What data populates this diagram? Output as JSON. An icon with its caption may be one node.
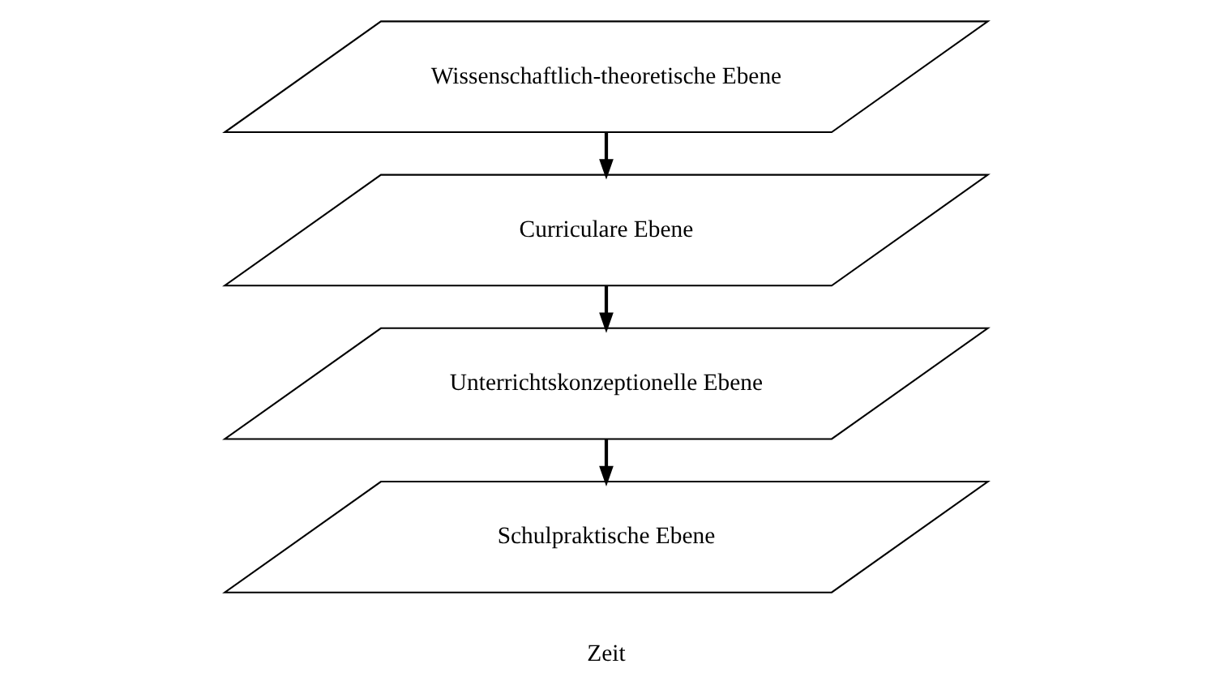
{
  "diagram": {
    "nodes": [
      {
        "text": [
          "Wissenschaftlich-theoretische Ebene"
        ]
      },
      {
        "text": [
          "Curriculare Ebene"
        ]
      },
      {
        "text": [
          "Unterrichtskonzeptionelle Ebene"
        ]
      },
      {
        "text": [
          "Schulpraktische Ebene"
        ]
      }
    ],
    "edges": [
      {
        "from": 0,
        "to": 1,
        "arrow": "to"
      },
      {
        "from": 1,
        "to": 2,
        "arrow": "to"
      },
      {
        "from": 2,
        "to": 3,
        "arrow": "to"
      }
    ],
    "labels": [
      "Zeit"
    ]
  }
}
